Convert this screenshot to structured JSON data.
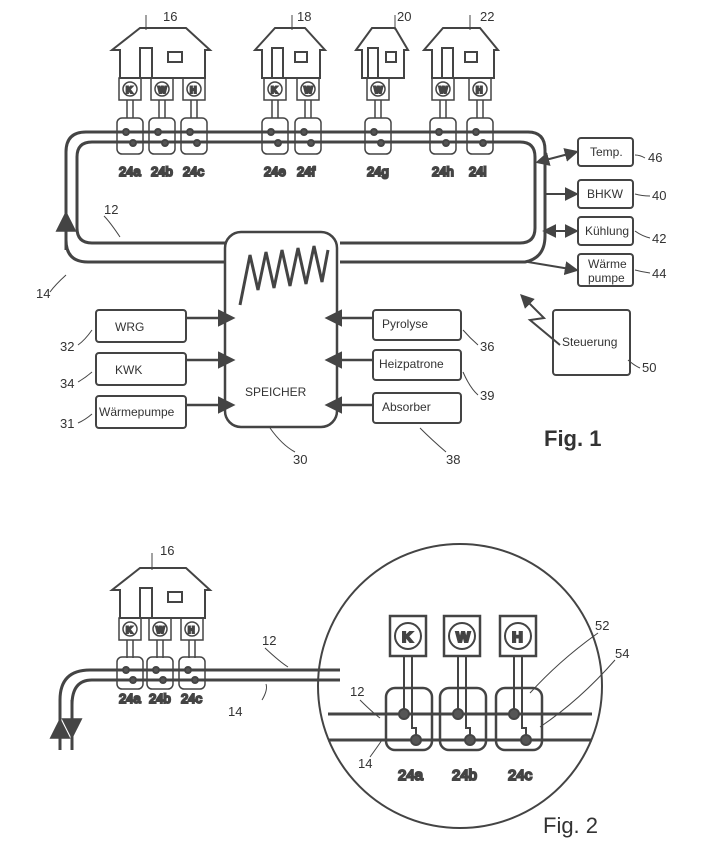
{
  "fig1": {
    "title": "Fig. 1",
    "houses": [
      {
        "id": "16",
        "units": [
          "K",
          "W",
          "H"
        ]
      },
      {
        "id": "18",
        "units": [
          "K",
          "W"
        ]
      },
      {
        "id": "20",
        "units": [
          "W"
        ]
      },
      {
        "id": "22",
        "units": [
          "W",
          "H"
        ]
      }
    ],
    "substations": [
      "24a",
      "24b",
      "24c",
      "24e",
      "24f",
      "24g",
      "24h",
      "24i"
    ],
    "pipe_labels": {
      "supply": "12",
      "return": "14"
    },
    "right_boxes": [
      {
        "text": "Temp.",
        "ref": "46"
      },
      {
        "text": "BHKW",
        "ref": "40"
      },
      {
        "text": "Kühlung",
        "ref": "42"
      },
      {
        "text_line1": "Wärme",
        "text_line2": "pumpe",
        "ref": "44"
      }
    ],
    "left_boxes": [
      {
        "text": "WRG",
        "ref": "32"
      },
      {
        "text": "KWK",
        "ref": "34"
      },
      {
        "text": "Wärmepumpe",
        "ref": "31"
      }
    ],
    "mid_boxes": [
      {
        "text": "Pyrolyse",
        "ref": "36"
      },
      {
        "text": "Heizpatrone",
        "ref": "39"
      },
      {
        "text": "Absorber",
        "ref": "38"
      }
    ],
    "storage": {
      "text": "SPEICHER",
      "ref": "30"
    },
    "control": {
      "text": "Steuerung",
      "ref": "50"
    }
  },
  "fig2": {
    "title": "Fig. 2",
    "house": "16",
    "units": [
      "K",
      "W",
      "H"
    ],
    "substations": [
      "24a",
      "24b",
      "24c"
    ],
    "pipe_labels": {
      "supply": "12",
      "return": "14"
    },
    "detail_labels": {
      "supply": "12",
      "return": "14",
      "ref_a": "52",
      "ref_b": "54"
    },
    "detail_units": [
      "K",
      "W",
      "H"
    ],
    "detail_substations": [
      "24a",
      "24b",
      "24c"
    ]
  }
}
